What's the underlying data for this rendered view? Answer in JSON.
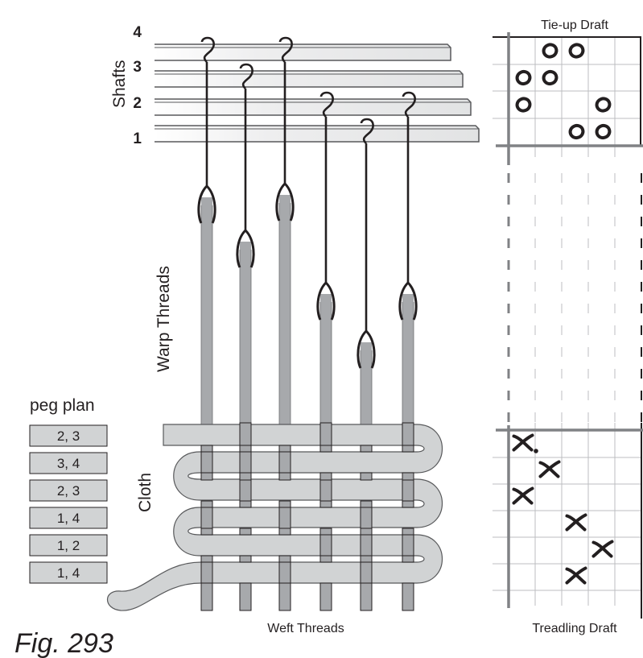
{
  "labels": {
    "shafts": "Shafts",
    "warp_threads": "Warp Threads",
    "cloth": "Cloth",
    "weft_threads": "Weft Threads",
    "peg_plan": "peg plan",
    "tie_up_draft": "Tie-up Draft",
    "treadling_draft": "Treadling Draft",
    "figure": "Fig. 293"
  },
  "shaft_numbers": [
    "4",
    "3",
    "2",
    "1"
  ],
  "warp_threading": [
    4,
    3,
    4,
    2,
    1,
    2
  ],
  "peg_plan": [
    "2, 3",
    "3, 4",
    "2, 3",
    "1, 4",
    "1, 2",
    "1, 4"
  ],
  "tie_up": {
    "marker": "O",
    "rows": [
      [
        0,
        1,
        1,
        0,
        0
      ],
      [
        1,
        1,
        0,
        0,
        0
      ],
      [
        1,
        0,
        0,
        1,
        0
      ],
      [
        0,
        0,
        1,
        1,
        0
      ]
    ]
  },
  "treadling": {
    "marker": "X",
    "rows": [
      1,
      2,
      1,
      3,
      4,
      3
    ],
    "dot_after_first": true
  },
  "colors": {
    "ink": "#231f20",
    "warp": "#a7a9ac",
    "weft": "#d1d3d4",
    "shaft_bar": "#e6e7e8",
    "grid_axis": "#808285",
    "grid_line": "#bcbec0",
    "peg_box": "#d1d3d4"
  }
}
